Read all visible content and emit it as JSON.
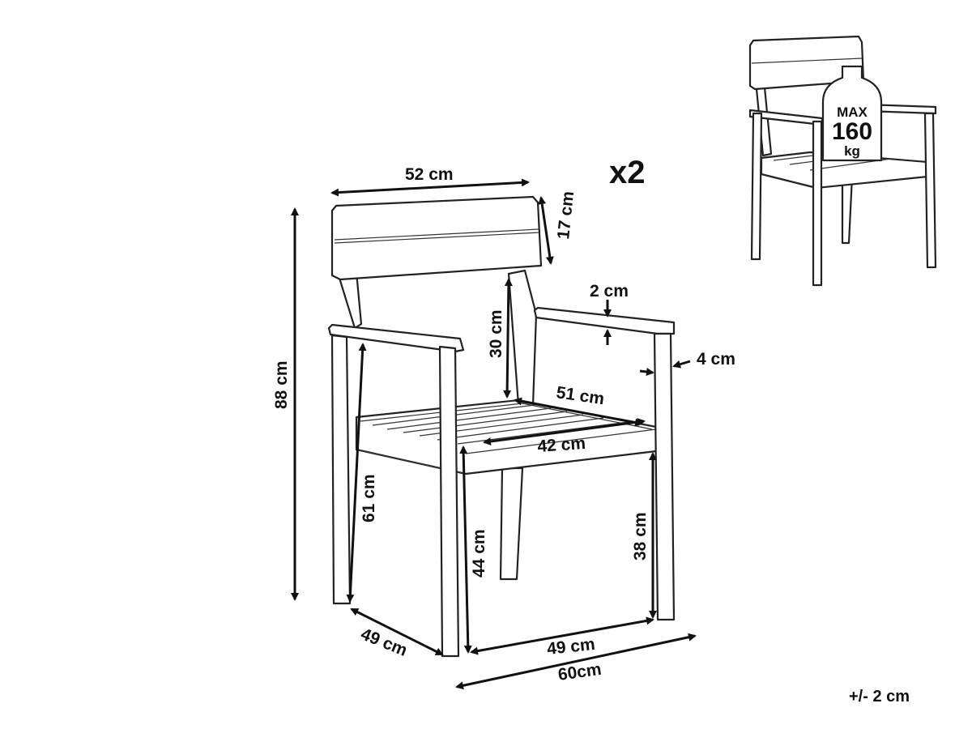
{
  "quantity_label": "x2",
  "tolerance_label": "+/- 2 cm",
  "max_load": {
    "max": "MAX",
    "value": "160",
    "unit": "kg"
  },
  "dimensions": {
    "backrest_width": "52 cm",
    "backrest_height": "17 cm",
    "back_gap_height": "30 cm",
    "armrest_thickness": "2 cm",
    "leg_thickness": "4 cm",
    "total_height": "88 cm",
    "seat_depth_upper": "51 cm",
    "seat_width": "42 cm",
    "armrest_to_floor": "61 cm",
    "seat_height_front": "44 cm",
    "seat_height_side": "38 cm",
    "depth": "49 cm",
    "width_inner": "49 cm",
    "width_total": "60cm"
  }
}
